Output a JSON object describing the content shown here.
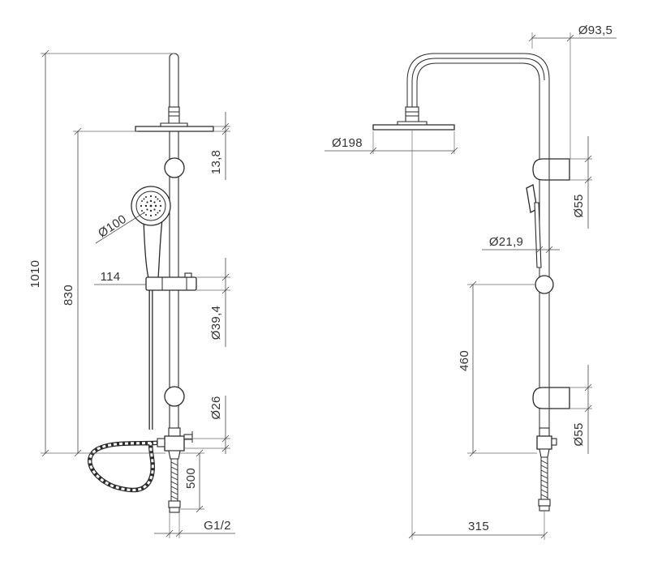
{
  "dimensions": {
    "overall_height": "1010",
    "head_height": "830",
    "head_thickness": "13,8",
    "hand_shower_diameter": "Ø100",
    "holder_offset": "114",
    "holder_diameter": "Ø39,4",
    "lower_knob_diameter": "Ø26",
    "connector_spacing": "500",
    "connector_thread": "G1/2",
    "arm_diameter": "Ø93,5",
    "head_diameter": "Ø198",
    "upper_clamp_diameter": "Ø55",
    "pipe_diameter": "Ø21,9",
    "clamp_spacing": "460",
    "lower_clamp_diameter": "Ø55",
    "arm_reach": "315"
  },
  "colors": {
    "line": "#2a2a2a",
    "dimension": "#4a4a4a",
    "background": "#ffffff"
  }
}
